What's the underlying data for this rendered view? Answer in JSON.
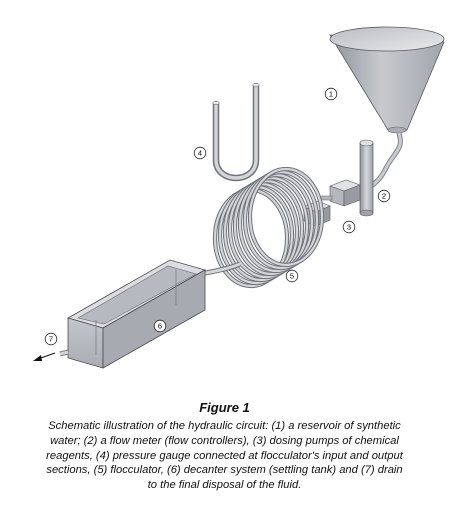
{
  "figure": {
    "title": "Figure 1",
    "caption_lines": [
      "Schematic illustration of the hydraulic circuit: (1) a reservoir of synthetic",
      "water; (2) a flow meter (flow controllers), (3) dosing pumps of chemical",
      "reagents, (4) pressure gauge connected at flocculator's input and output",
      "sections, (5) flocculator, (6) decanter system (settling tank) and (7) drain",
      "to the final disposal of the fluid."
    ]
  },
  "components": [
    {
      "label": "1",
      "name": "reservoir"
    },
    {
      "label": "2",
      "name": "flow meter"
    },
    {
      "label": "3",
      "name": "dosing pumps"
    },
    {
      "label": "4",
      "name": "pressure gauge"
    },
    {
      "label": "5",
      "name": "flocculator"
    },
    {
      "label": "6",
      "name": "decanter"
    },
    {
      "label": "7",
      "name": "drain"
    }
  ],
  "colors": {
    "body": "#c9cbd1",
    "shade": "#9ea1a8",
    "light": "#e6e7ea",
    "outline": "#4a4c52"
  }
}
